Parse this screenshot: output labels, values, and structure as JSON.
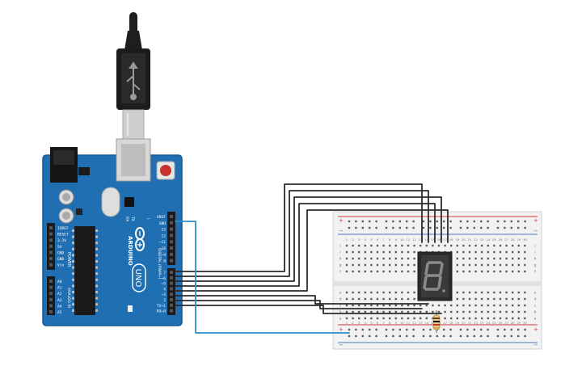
{
  "board": {
    "logo": "ARDUINO",
    "model": "UNO",
    "power_label": "POWER",
    "analog_label": "ANALOG IN",
    "digital_label": "DIGITAL (PWM~)",
    "tx_label": "TX",
    "rx_label": "RX",
    "l_label": "L",
    "power_pins": [
      "IOREF",
      "RESET",
      "3.3V",
      "5V",
      "GND",
      "GND",
      "Vin"
    ],
    "analog_pins": [
      "A0",
      "A1",
      "A2",
      "A3",
      "A4",
      "A5"
    ],
    "digital_pins_top": [
      "AREF",
      "GND",
      "13",
      "12",
      "~11",
      "~10",
      "~9",
      "8"
    ],
    "digital_pins_bottom": [
      "7",
      "~6",
      "~5",
      "4",
      "~3",
      "2",
      "TX→1",
      "RX←0"
    ]
  },
  "breadboard": {
    "rail_plus": "+",
    "rail_minus": "−",
    "rows_top": [
      "j",
      "i",
      "h",
      "g",
      "f"
    ],
    "rows_bottom": [
      "e",
      "d",
      "c",
      "b",
      "a"
    ],
    "columns": [
      "1",
      "2",
      "3",
      "4",
      "5",
      "6",
      "7",
      "8",
      "9",
      "10",
      "11",
      "12",
      "13",
      "14",
      "15",
      "16",
      "17",
      "18",
      "19",
      "20",
      "21",
      "22",
      "23",
      "24",
      "25",
      "26",
      "27",
      "28",
      "29",
      "30"
    ]
  },
  "display": {
    "digit": "8"
  },
  "colors": {
    "board": "#1f6fb2",
    "wire_dark": "#2b2b2b",
    "wire_blue": "#2a8fc7",
    "rail_red": "#d23a3a",
    "rail_blue": "#4a78c2",
    "breadboard": "#f2f2f2"
  }
}
